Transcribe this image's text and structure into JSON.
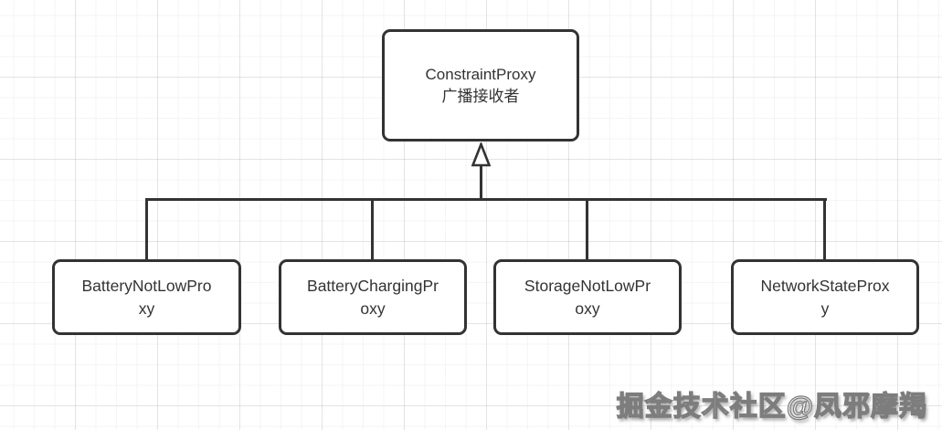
{
  "diagram": {
    "relation": "inheritance",
    "stroke_color": "#333333",
    "node_fill": "#ffffff",
    "root": {
      "label": "ConstraintProxy 广播接收者",
      "lines": [
        "ConstraintProxy",
        "广播接收者"
      ]
    },
    "children": [
      {
        "label": "BatteryNotLowProxy",
        "lines": [
          "BatteryNotLowPro",
          "xy"
        ]
      },
      {
        "label": "BatteryChargingProxy",
        "lines": [
          "BatteryChargingPr",
          "oxy"
        ]
      },
      {
        "label": "StorageNotLowProxy",
        "lines": [
          "StorageNotLowPr",
          "oxy"
        ]
      },
      {
        "label": "NetworkStateProxy",
        "lines": [
          "NetworkStateProx",
          "y"
        ]
      }
    ]
  },
  "watermark": {
    "text": "掘金技术社区@凤邪摩羯"
  }
}
